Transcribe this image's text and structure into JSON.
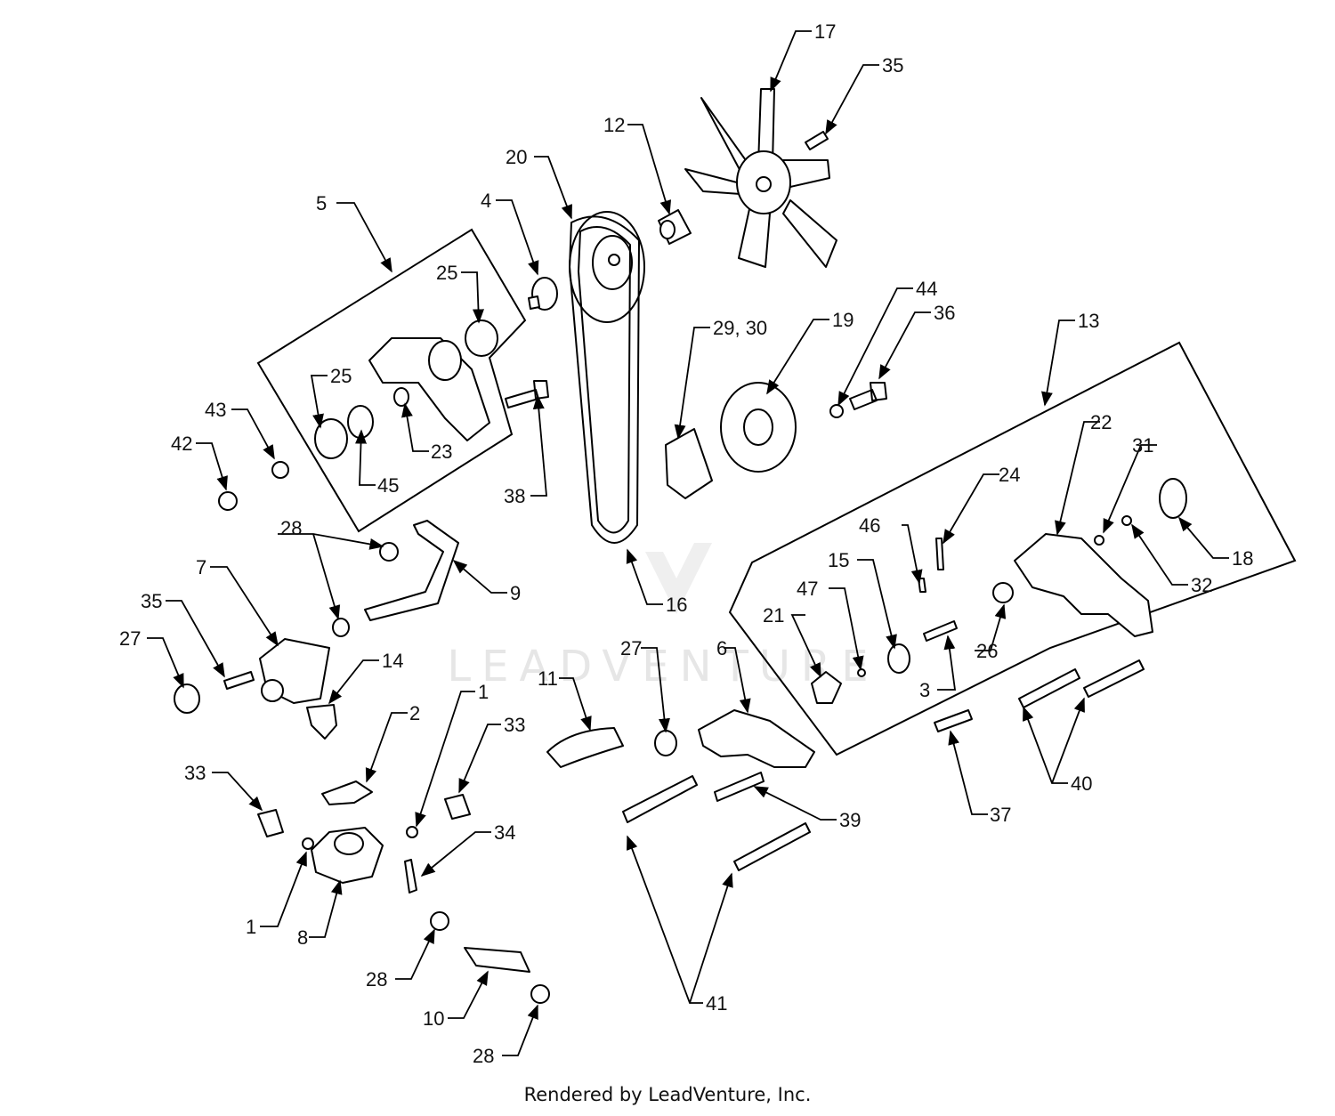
{
  "watermark": "LEADVENTURE",
  "footer": "Rendered by LeadVenture, Inc.",
  "callouts": {
    "c1": "1",
    "c1b": "1",
    "c2": "2",
    "c3": "3",
    "c4": "4",
    "c5": "5",
    "c6": "6",
    "c7": "7",
    "c8": "8",
    "c9": "9",
    "c10": "10",
    "c11": "11",
    "c12": "12",
    "c13": "13",
    "c14": "14",
    "c15": "15",
    "c16": "16",
    "c17": "17",
    "c18": "18",
    "c19": "19",
    "c20": "20",
    "c21": "21",
    "c22": "22",
    "c23": "23",
    "c24": "24",
    "c25a": "25",
    "c25b": "25",
    "c26": "26",
    "c27a": "27",
    "c27b": "27",
    "c28a": "28",
    "c28b": "28",
    "c28c": "28",
    "c2930": "29, 30",
    "c31": "31",
    "c32": "32",
    "c33a": "33",
    "c33b": "33",
    "c34": "34",
    "c35a": "35",
    "c35b": "35",
    "c36": "36",
    "c37": "37",
    "c38": "38",
    "c39": "39",
    "c40": "40",
    "c41": "41",
    "c42": "42",
    "c43": "43",
    "c44": "44",
    "c45": "45",
    "c46": "46",
    "c47": "47"
  }
}
